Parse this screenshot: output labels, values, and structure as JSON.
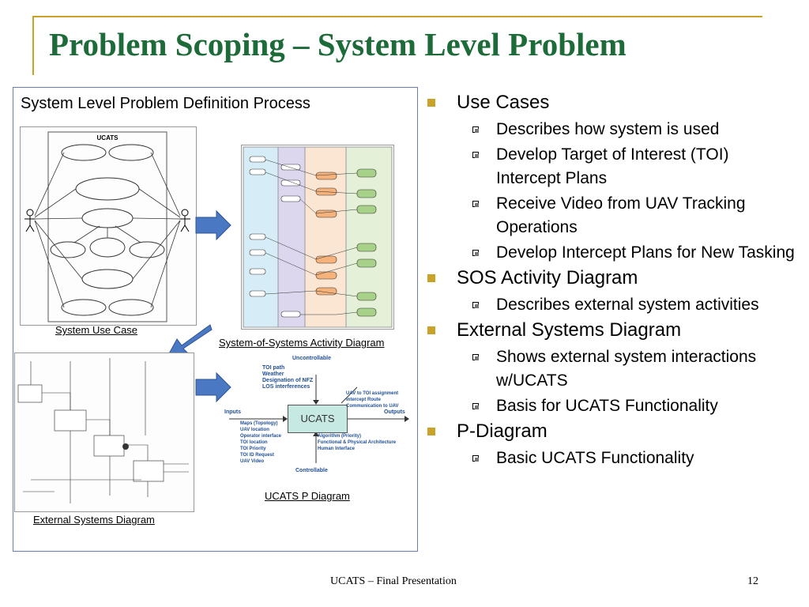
{
  "title": "Problem Scoping – System Level Problem",
  "figure": {
    "heading": "System Level Problem Definition Process",
    "use_case": {
      "caption": "System Use Case",
      "label": "UCATS"
    },
    "activity": {
      "caption": "System-of-Systems Activity Diagram"
    },
    "external": {
      "caption": "External Systems Diagram"
    },
    "pdiagram": {
      "caption": "UCATS P Diagram",
      "box_label": "UCATS",
      "uncontrollable": "Uncontrollable",
      "controllable": "Controllable",
      "inputs": "Inputs",
      "outputs": "Outputs",
      "noise_factors": [
        "TOI path",
        "Weather",
        "Designation of NFZ",
        "LOS interferences"
      ],
      "input_factors": [
        "Maps (Topology)",
        "UAV location",
        "Operator interface",
        "TOI location",
        "TOI Priority",
        "TOI ID Request",
        "UAV Video"
      ],
      "output_responses": [
        "UAV to TOI assignment",
        "Intercept Route",
        "Communication to UAV"
      ],
      "control_factors": [
        "Algorithm (Priority)",
        "Functional & Physical Architecture",
        "Human Interface"
      ]
    }
  },
  "bullets": [
    {
      "text": "Use Cases",
      "sub": [
        "Describes how system is used",
        "Develop Target of Interest (TOI) Intercept Plans",
        "Receive Video from UAV Tracking Operations",
        "Develop Intercept Plans for New Tasking"
      ]
    },
    {
      "text": "SOS Activity Diagram",
      "sub": [
        "Describes external system activities"
      ]
    },
    {
      "text": "External Systems Diagram",
      "sub": [
        "Shows external system interactions w/UCATS",
        "Basis for UCATS Functionality"
      ]
    },
    {
      "text": "P-Diagram",
      "sub": [
        "Basic UCATS Functionality"
      ]
    }
  ],
  "footer": {
    "center": "UCATS – Final Presentation",
    "page": "12"
  },
  "colors": {
    "title": "#1e6b3a",
    "accent": "#c9a227",
    "arrow": "#4a78c2"
  }
}
